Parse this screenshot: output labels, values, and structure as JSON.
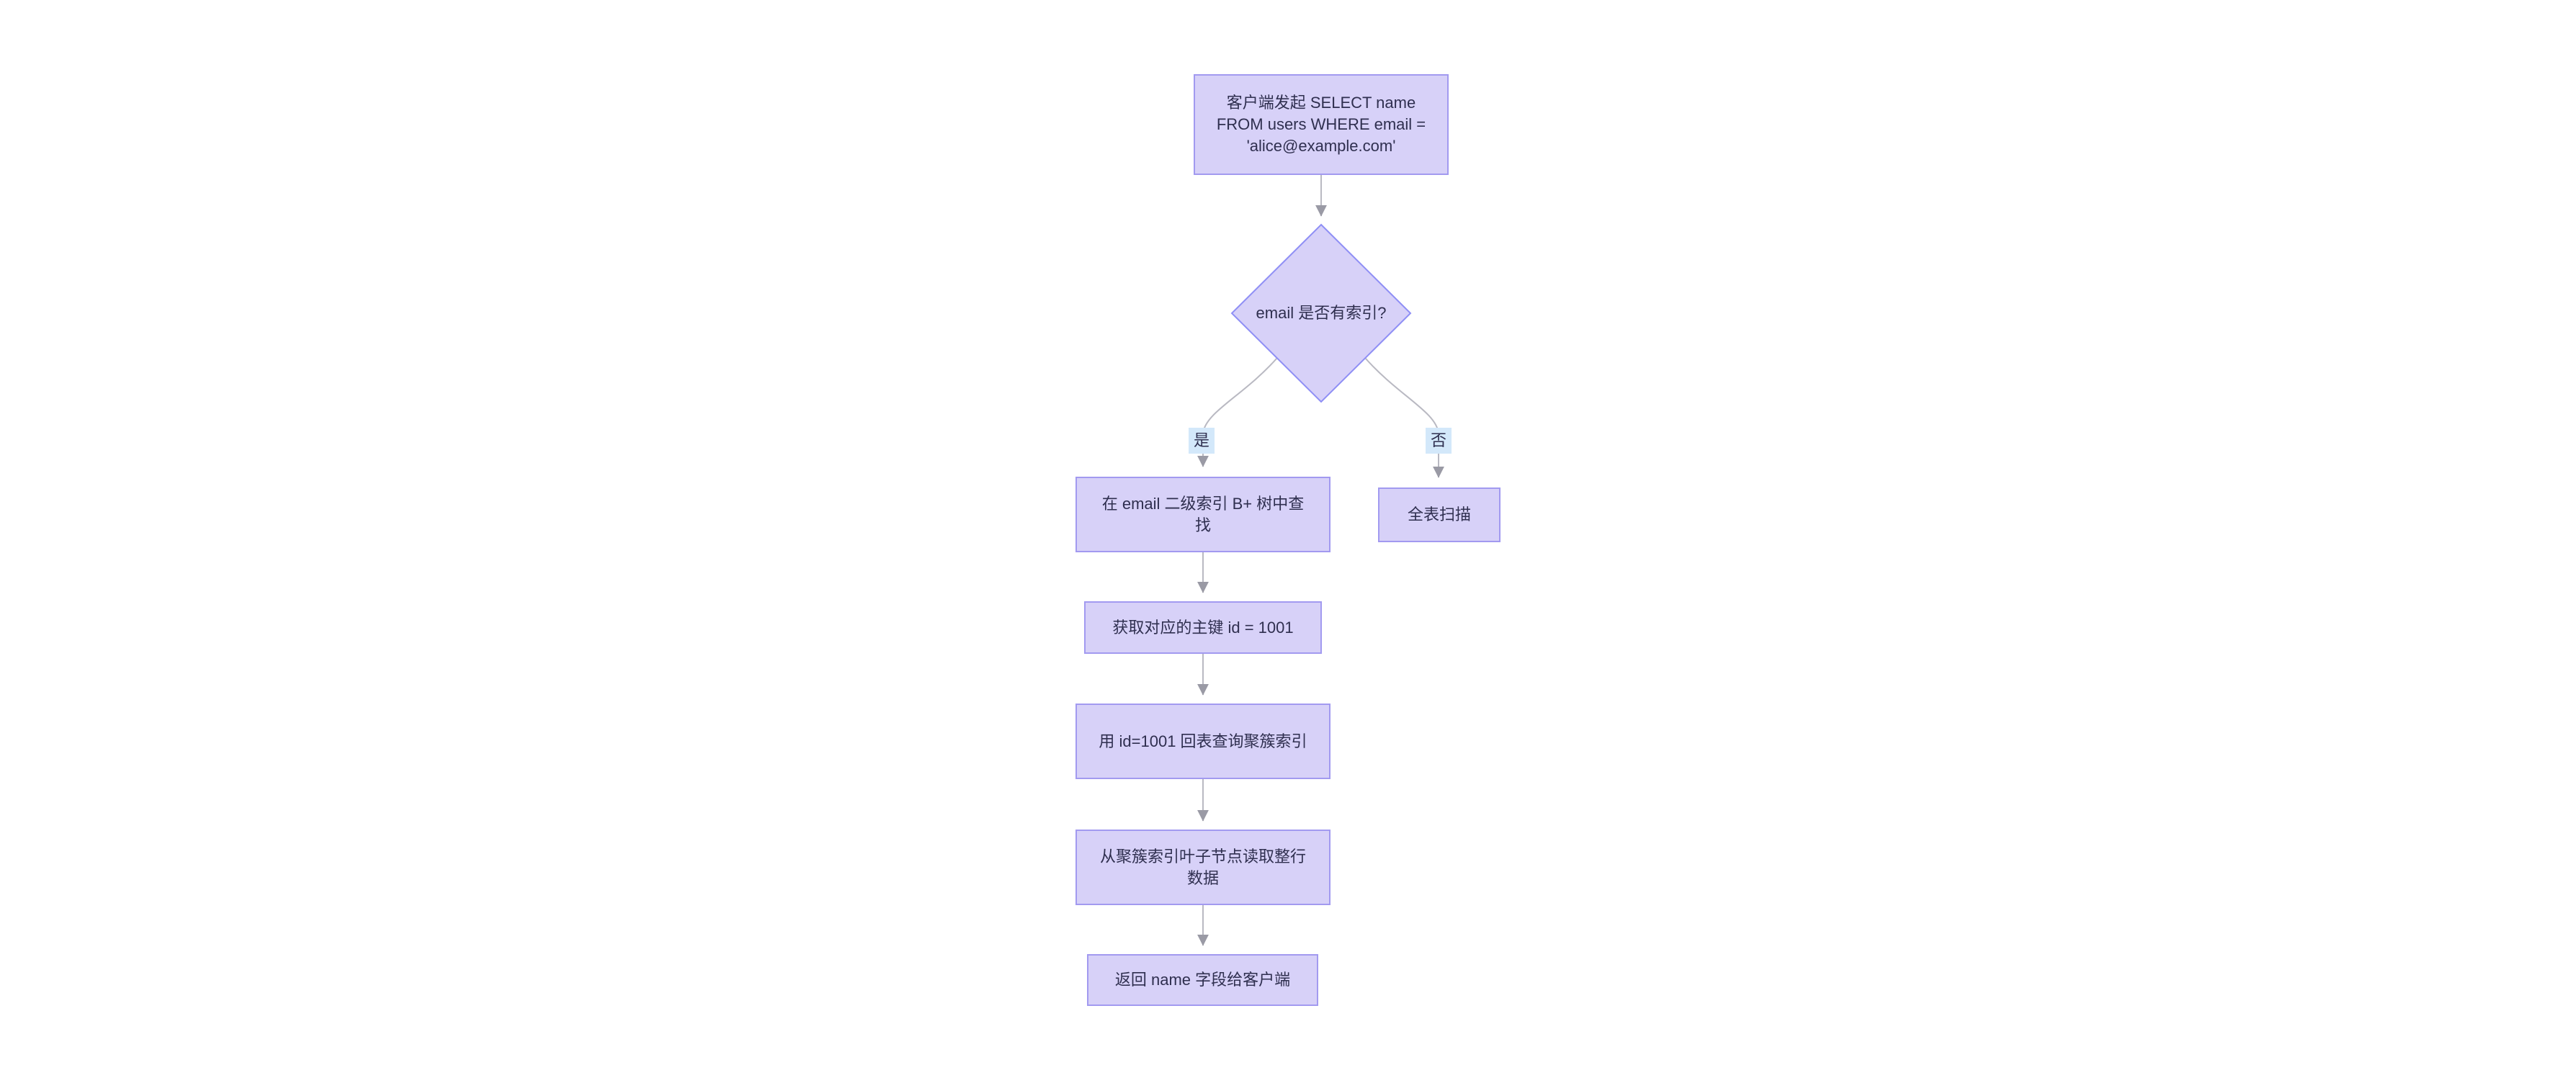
{
  "diagram": {
    "type": "flowchart",
    "direction": "top-down",
    "nodes": [
      {
        "id": "A",
        "shape": "rect",
        "label": "客户端发起 SELECT name FROM users WHERE email = 'alice@example.com'"
      },
      {
        "id": "B",
        "shape": "diamond",
        "label": "email 是否有索引?"
      },
      {
        "id": "C",
        "shape": "rect",
        "label": "在 email 二级索引 B+ 树中查找"
      },
      {
        "id": "D",
        "shape": "rect",
        "label": "全表扫描"
      },
      {
        "id": "E",
        "shape": "rect",
        "label": "获取对应的主键 id = 1001"
      },
      {
        "id": "F",
        "shape": "rect",
        "label": "用 id=1001 回表查询聚簇索引"
      },
      {
        "id": "G",
        "shape": "rect",
        "label": "从聚簇索引叶子节点读取整行数据"
      },
      {
        "id": "H",
        "shape": "rect",
        "label": "返回 name 字段给客户端"
      }
    ],
    "edges": [
      {
        "from": "A",
        "to": "B",
        "label": ""
      },
      {
        "from": "B",
        "to": "C",
        "label": "是"
      },
      {
        "from": "B",
        "to": "D",
        "label": "否"
      },
      {
        "from": "C",
        "to": "E",
        "label": ""
      },
      {
        "from": "E",
        "to": "F",
        "label": ""
      },
      {
        "from": "F",
        "to": "G",
        "label": ""
      },
      {
        "from": "G",
        "to": "H",
        "label": ""
      }
    ],
    "colors": {
      "background": "#ffffff",
      "node_fill": "#d7d1f8",
      "node_border": "#a29af0",
      "diamond_border": "#8f8ff5",
      "edge_line": "#b9b9c2",
      "arrowhead": "#9a9aa5",
      "edge_label_bg": "#d3e8fa",
      "text": "#2f2f4f"
    }
  }
}
